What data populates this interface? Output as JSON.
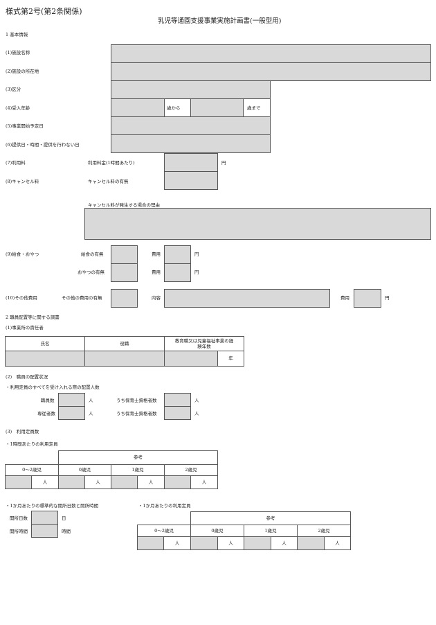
{
  "form_no": "様式第2号(第2条関係)",
  "title": "乳児等通園支援事業実施計画書(一般型用)",
  "sec1": {
    "heading": "1 基本情報",
    "facility_name": "(1)施設名称",
    "facility_address": "(2)施設の所在地",
    "category": "(3)区分",
    "age": "(4)受入年齢",
    "age_from": "歳から",
    "age_to": "歳まで",
    "start_date": "(5)事業開始予定日",
    "off_days": "(6)提供日・時間・提供を行わない日",
    "fee": "(7)利用料",
    "fee_label": "利用料金(1時間あたり)",
    "yen": "円",
    "cancel": "(8)キャンセル料",
    "cancel_label": "キャンセル料の有無",
    "cancel_reason": "キャンセル料が発生する場合の理由",
    "meal": "(9)給食・おやつ",
    "meal_label": "給食の有無",
    "snack_label": "おやつの有無",
    "cost": "費用",
    "other": "(10)その他費用",
    "other_label": "その他の費用の有無",
    "content": "内容"
  },
  "sec2": {
    "heading": "2 職員配置等に関する調書",
    "manager": "(1)事業所の責任者",
    "col_name": "氏名",
    "col_role": "役職",
    "col_exp": "教育職又は児童福祉事業の経験年数",
    "years": "年",
    "staffing": "(2)　職員の配置状況",
    "staffing_note": "・利用定員のすべてを受け入れる際の配置人数",
    "staff_count": "職員数",
    "staff_nurse": "うち保育士資格者数",
    "worker_count": "専従者数",
    "person": "人",
    "capacity": "(3)　利用定員数",
    "per_hour": "・1時間あたりの利用定員",
    "reference": "参考",
    "age_0_2": "0〜2歳児",
    "age_0": "0歳児",
    "age_1": "1歳児",
    "age_2": "2歳児",
    "monthly_days": "・1か月あたりの標準的な開所日数と開所時間",
    "open_days": "開所日数",
    "day_unit": "日",
    "open_hours": "開所時間",
    "hour_unit": "時間",
    "per_month": "・1か月あたりの利用定員"
  }
}
